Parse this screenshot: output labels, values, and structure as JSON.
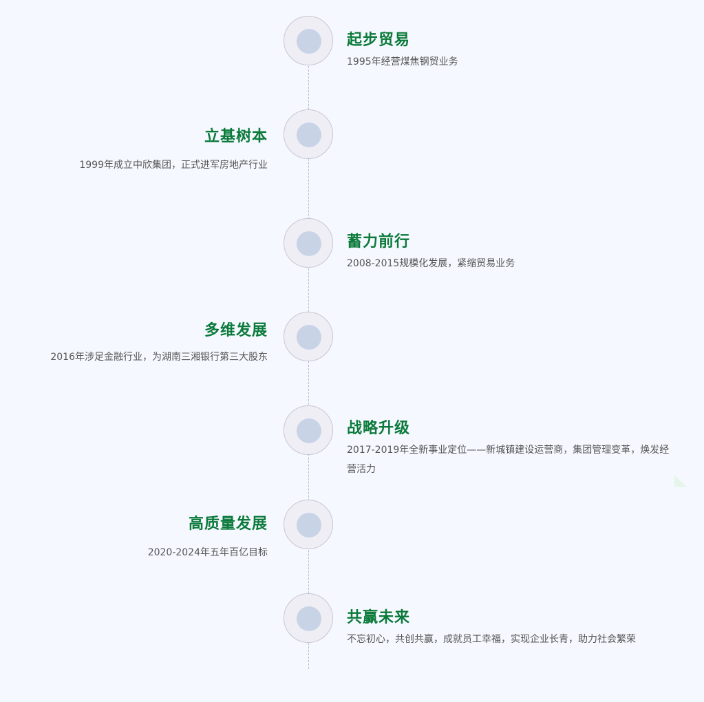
{
  "timeline": [
    {
      "title": "起步贸易",
      "desc": "1995年经营煤焦钢贸业务",
      "side": "right"
    },
    {
      "title": "立基树本",
      "desc": "1999年成立中欣集团，正式进军房地产行业",
      "side": "left"
    },
    {
      "title": "蓄力前行",
      "desc": "2008-2015规模化发展，紧缩贸易业务",
      "side": "right"
    },
    {
      "title": "多维发展",
      "desc": "2016年涉足金融行业，为湖南三湘银行第三大股东",
      "side": "left"
    },
    {
      "title": "战略升级",
      "desc": "2017-2019年全新事业定位——新城镇建设运营商，集团管理变革，焕发经营活力",
      "side": "right"
    },
    {
      "title": "高质量发展",
      "desc": "2020-2024年五年百亿目标",
      "side": "left"
    },
    {
      "title": "共赢未来",
      "desc": "不忘初心，共创共赢，成就员工幸福，实现企业长青，助力社会繁荣",
      "side": "right"
    }
  ]
}
